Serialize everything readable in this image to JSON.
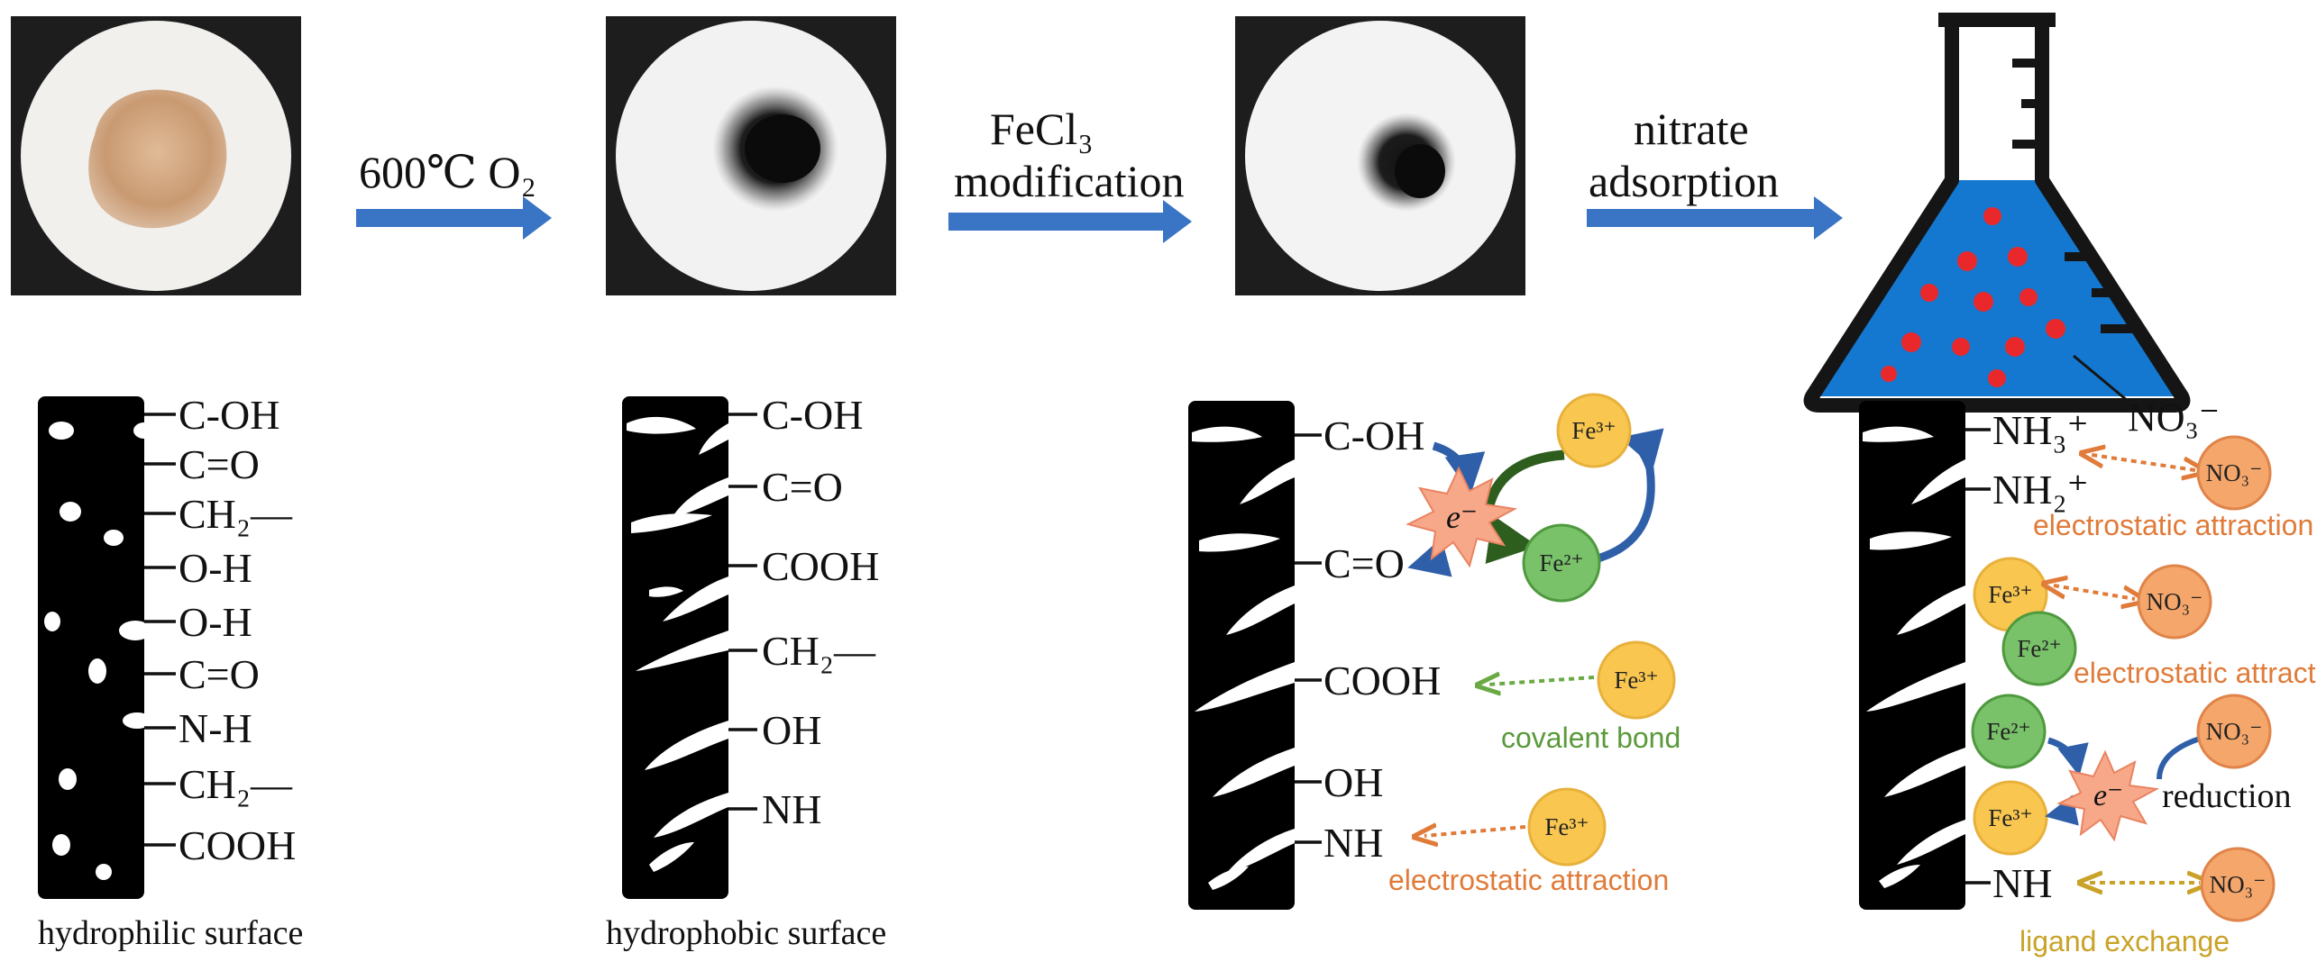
{
  "steps": {
    "step1": "600℃ O₂",
    "step2_line1": "FeCl₃",
    "step2_line2": "modification",
    "step3_line1": "nitrate",
    "step3_line2": "adsorption",
    "flask_label": "NO₃⁻"
  },
  "panel1": {
    "caption": "hydrophilic  surface",
    "groups": [
      "C-OH",
      "C=O",
      "CH₂—",
      "O-H",
      "O-H",
      "C=O",
      "N-H",
      "CH₂—",
      "COOH"
    ]
  },
  "panel2": {
    "caption": "hydrophobic  surface",
    "groups": [
      "C-OH",
      "C=O",
      "COOH",
      "CH₂—",
      "OH",
      "NH"
    ]
  },
  "panel3": {
    "groups": [
      "C-OH",
      "C=O",
      "COOH",
      "OH",
      "NH"
    ],
    "electron": "e⁻",
    "fe3_top": "Fe³⁺",
    "fe2": "Fe²⁺",
    "fe3_mid": "Fe³⁺",
    "fe3_low": "Fe³⁺",
    "covalent": "covalent bond",
    "electrostatic": "electrostatic attraction"
  },
  "panel4": {
    "groups": [
      "NH₃⁺",
      "NH₂⁺",
      "NH"
    ],
    "no3_1": "NO₃⁻",
    "no3_2": "NO₃⁻",
    "no3_3": "NO₃⁻",
    "no3_4": "NO₃⁻",
    "electrostatic_1": "electrostatic attraction",
    "electrostatic_2": "electrostatic attraction",
    "fe3_a": "Fe³⁺",
    "fe2_a": "Fe²⁺",
    "fe2_b": "Fe²⁺",
    "fe3_b": "Fe³⁺",
    "electron": "e⁻",
    "reduction": "reduction",
    "ligand": "ligand exchange"
  },
  "colors": {
    "arrow": "#3a74c4",
    "fe3": "#f9c74f",
    "fe2": "#79c26a",
    "no3": "#f5a66b",
    "electron_burst": "#f7a889",
    "flask_liquid": "#1478d0",
    "particle": "#e8282b"
  }
}
